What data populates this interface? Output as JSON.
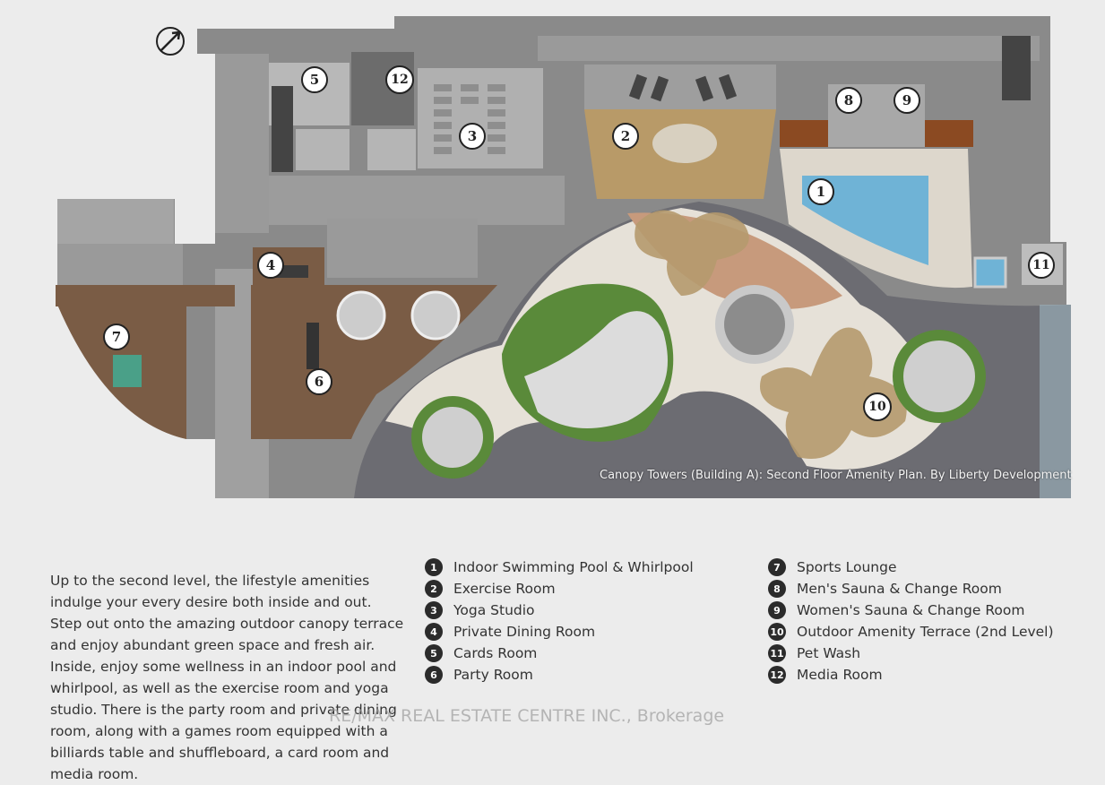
{
  "plan": {
    "caption": "Canopy Towers (Building A): Second Floor Amenity Plan. By Liberty Development",
    "compass_icon": "north-arrow-icon",
    "markers": [
      "1",
      "2",
      "3",
      "4",
      "5",
      "6",
      "7",
      "8",
      "9",
      "10",
      "11",
      "12"
    ]
  },
  "description": "Up to the second level, the lifestyle amenities indulge your every desire both inside and out. Step out onto the amazing outdoor canopy terrace and enjoy abundant green space and fresh air. Inside, enjoy some wellness in an indoor pool and whirlpool, as well as the exercise room and yoga studio. There is the party room and private dining room, along with a games room equipped with a billiards table and shuffleboard, a card room and media room.",
  "legend": [
    {
      "num": "1",
      "label": "Indoor Swimming Pool & Whirlpool"
    },
    {
      "num": "2",
      "label": "Exercise Room"
    },
    {
      "num": "3",
      "label": "Yoga Studio"
    },
    {
      "num": "4",
      "label": "Private Dining Room"
    },
    {
      "num": "5",
      "label": "Cards Room"
    },
    {
      "num": "6",
      "label": "Party Room"
    },
    {
      "num": "7",
      "label": "Sports Lounge"
    },
    {
      "num": "8",
      "label": "Men's Sauna & Change Room"
    },
    {
      "num": "9",
      "label": "Women's Sauna & Change Room"
    },
    {
      "num": "10",
      "label": "Outdoor Amenity Terrace (2nd Level)"
    },
    {
      "num": "11",
      "label": "Pet Wash"
    },
    {
      "num": "12",
      "label": "Media Room"
    }
  ],
  "watermark": "RE/MAX REAL ESTATE CENTRE INC., Brokerage",
  "colors": {
    "background": "#ececec",
    "floor_gray": "#7c7c7c",
    "wood": "#7a5c45",
    "pool": "#6fb3d6",
    "terrace": "#e8e2d8",
    "greenery": "#5a8a3a",
    "paving": "#6a6a70"
  }
}
